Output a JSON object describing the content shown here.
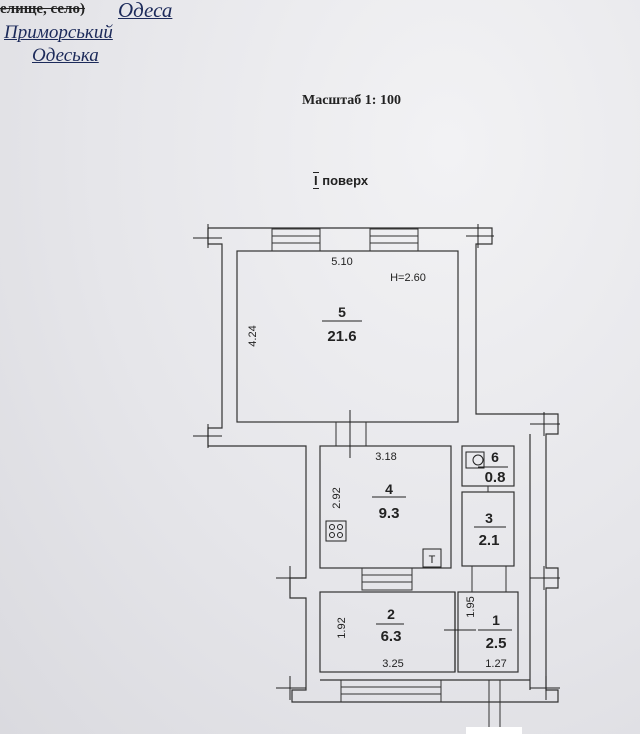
{
  "location": {
    "settlement_type": "елище, село)",
    "city": "Одеса",
    "district": "Приморський",
    "region": "Одеська"
  },
  "scale": "Масштаб 1: 100",
  "floor": {
    "numeral": "I",
    "label": "поверх"
  },
  "rooms": [
    {
      "number": "5",
      "area": "21.6",
      "width": "5.10",
      "depth": "4.24",
      "height": "H=2.60"
    },
    {
      "number": "4",
      "area": "9.3",
      "width": "3.18",
      "depth": "2.92"
    },
    {
      "number": "6",
      "area": "0.8"
    },
    {
      "number": "3",
      "area": "2.1"
    },
    {
      "number": "2",
      "area": "6.3",
      "width": "3.25",
      "depth": "1.92"
    },
    {
      "number": "1",
      "area": "2.5",
      "width": "1.27",
      "depth": "1.95"
    }
  ],
  "stove_mark": "T"
}
